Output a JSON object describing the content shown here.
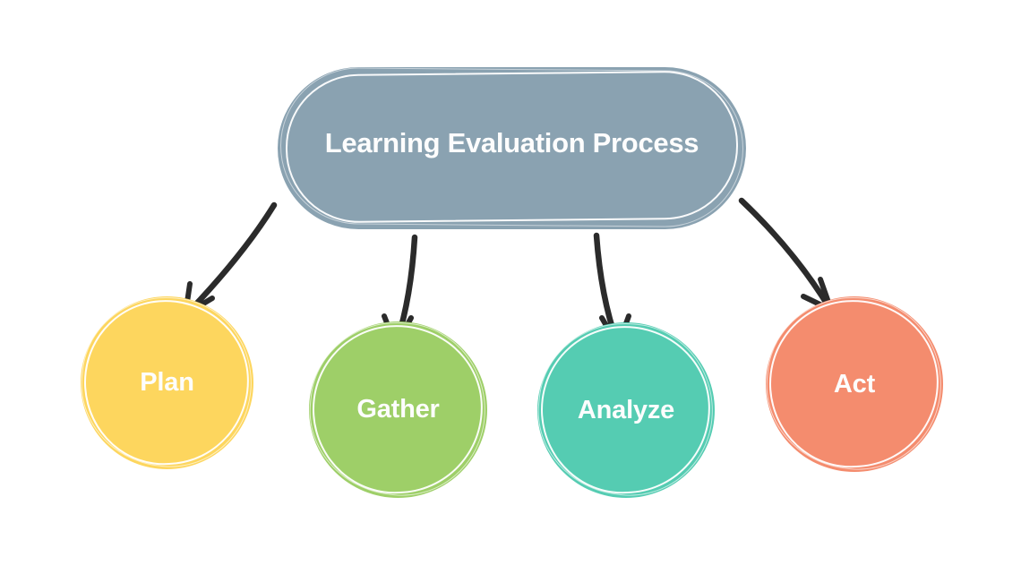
{
  "background": "#ffffff",
  "arrow_color": "#2b2b2b",
  "title_box": {
    "label": "Learning Evaluation Process",
    "fill": "#8aa2b1",
    "text_color": "#fdfdfd"
  },
  "nodes": [
    {
      "label": "Plan",
      "fill": "#fdd65e",
      "text_color": "#fdfdfd"
    },
    {
      "label": "Gather",
      "fill": "#9ecf68",
      "text_color": "#fdfdfd"
    },
    {
      "label": "Analyze",
      "fill": "#55ccb2",
      "text_color": "#fdfdfd"
    },
    {
      "label": "Act",
      "fill": "#f48c6e",
      "text_color": "#fdfdfd"
    }
  ]
}
